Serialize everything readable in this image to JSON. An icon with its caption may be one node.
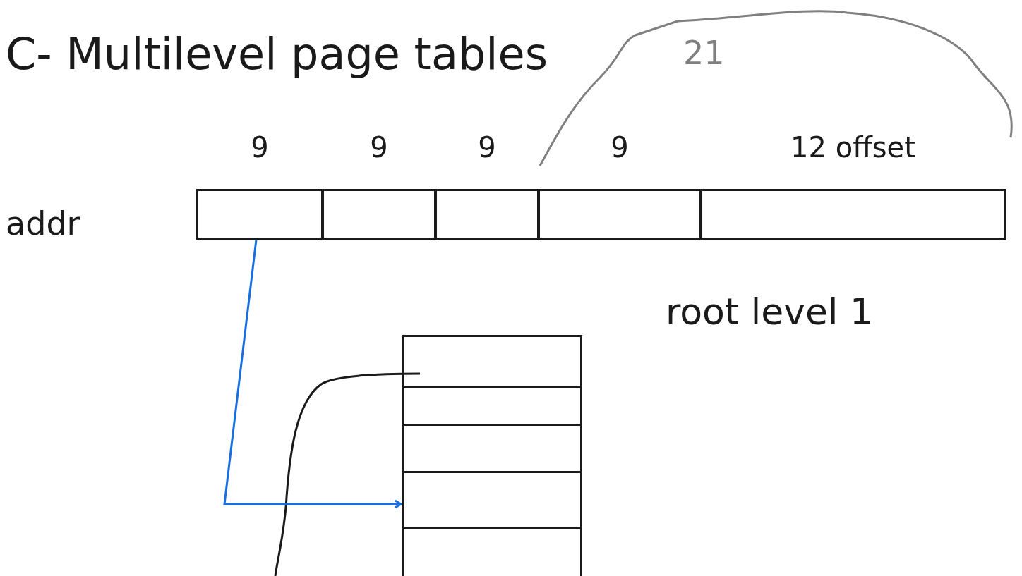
{
  "diagram": {
    "title": "C- Multilevel page tables",
    "nodes": [
      {
        "text": [
          "9"
        ]
      },
      {
        "text": [
          "9"
        ]
      },
      {
        "text": [
          "9"
        ]
      },
      {
        "text": [
          "9"
        ]
      },
      {
        "text": [
          "12 offset"
        ]
      },
      {
        "text": [],
        "shape": "box",
        "beside": [
          "root level 1"
        ]
      }
    ],
    "edges": [
      {
        "from": 0,
        "to": 5,
        "arrow": "to",
        "color": "#1a6fe0"
      }
    ],
    "labels": [
      "21",
      "addr"
    ]
  }
}
